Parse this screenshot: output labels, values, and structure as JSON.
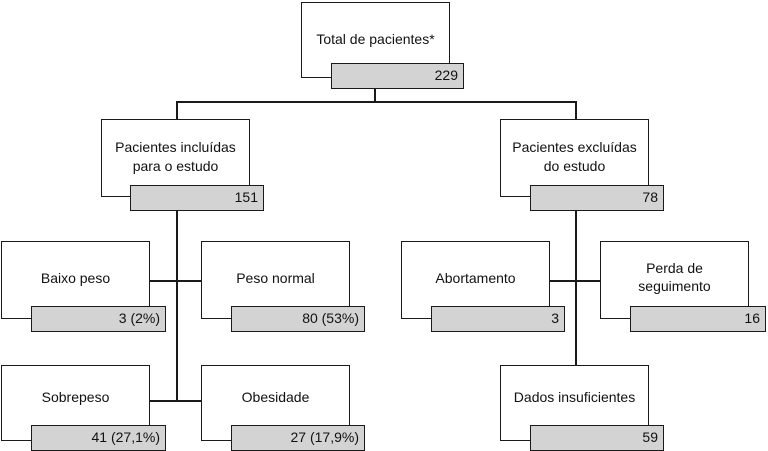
{
  "total": {
    "label": "Total de pacientes*",
    "count": "229"
  },
  "included": {
    "label_line1": "Pacientes incluídas",
    "label_line2": "para o estudo",
    "count": "151"
  },
  "excluded": {
    "label_line1": "Pacientes excluídas",
    "label_line2": "do estudo",
    "count": "78"
  },
  "baixo_peso": {
    "label": "Baixo peso",
    "count": "3 (2%)"
  },
  "peso_normal": {
    "label": "Peso normal",
    "count": "80 (53%)"
  },
  "sobrepeso": {
    "label": "Sobrepeso",
    "count": "41 (27,1%)"
  },
  "obesidade": {
    "label": "Obesidade",
    "count": "27 (17,9%)"
  },
  "abortamento": {
    "label": "Abortamento",
    "count": "3"
  },
  "perda_seguimento": {
    "label_line1": "Perda de",
    "label_line2": "seguimento",
    "count": "16"
  },
  "dados_insuficientes": {
    "label": "Dados insuficientes",
    "count": "59"
  }
}
